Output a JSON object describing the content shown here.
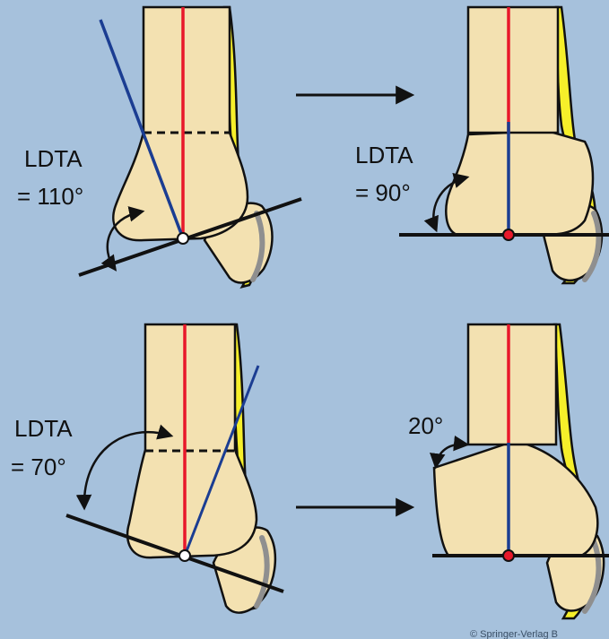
{
  "colors": {
    "background": "#a6c1dc",
    "bone_fill": "#f3e1b1",
    "outline": "#111111",
    "mechanical_axis_red": "#e8182a",
    "joint_line_blue": "#1b3d92",
    "fibula_yellow": "#f6ef2a",
    "calcaneus_gray": "#8f8f8f",
    "ankle_point_red": "#e8182a",
    "ankle_point_white": "#ffffff"
  },
  "panels": {
    "top_left": {
      "label_line1": "LDTA",
      "label_line2": "= 110°",
      "ankle_center_icon": "white-circle-icon"
    },
    "top_right": {
      "label_line1": "LDTA",
      "label_line2": "= 90°",
      "ankle_center_icon": "red-circle-icon"
    },
    "bottom_left": {
      "label_line1": "LDTA",
      "label_line2": "= 70°",
      "ankle_center_icon": "white-circle-icon"
    },
    "bottom_right": {
      "label_line1": "20°",
      "ankle_center_icon": "red-circle-icon"
    }
  },
  "arrows": {
    "top": "right-arrow-icon",
    "bottom": "right-arrow-icon"
  },
  "copyright": "© Springer-Verlag B"
}
